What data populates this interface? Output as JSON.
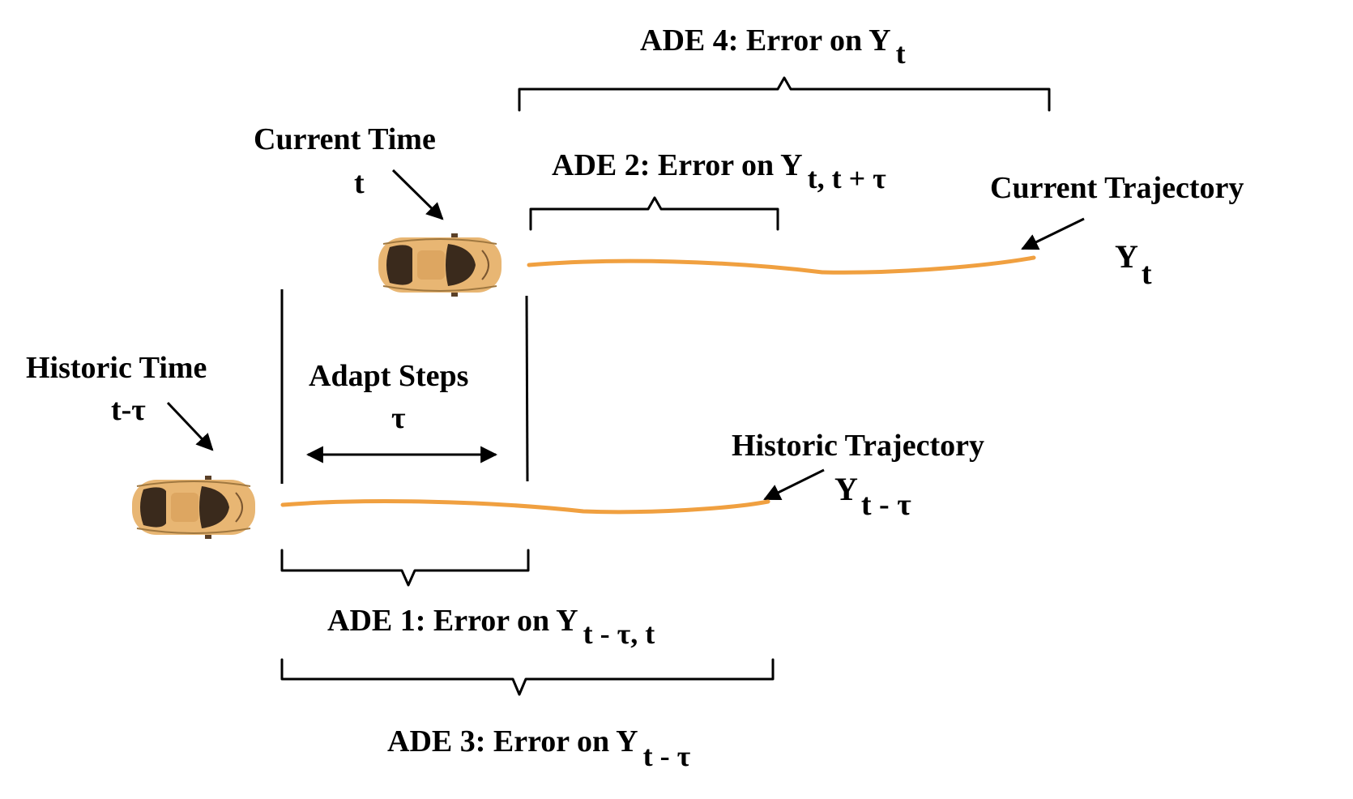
{
  "colors": {
    "trajectory": "#f0a040",
    "car_body": "#e8b673",
    "car_dark": "#3a2a1c"
  },
  "labels": {
    "ade4": {
      "main": "ADE 4: Error on Y",
      "sub": "t"
    },
    "ade2": {
      "main": "ADE 2: Error on Y",
      "sub": "t, t + τ"
    },
    "ade1": {
      "main": "ADE 1: Error on Y",
      "sub": "t - τ, t"
    },
    "ade3": {
      "main": "ADE 3: Error on Y",
      "sub": "t - τ"
    },
    "current_time": {
      "line1": "Current Time",
      "line2": "t"
    },
    "historic_time": {
      "line1": "Historic Time",
      "line2": "t-τ"
    },
    "adapt_steps": {
      "line1": "Adapt Steps",
      "line2": "τ"
    },
    "current_trajectory": {
      "title": "Current Trajectory",
      "main": "Y",
      "sub": "t"
    },
    "historic_trajectory": {
      "title": "Historic Trajectory",
      "main": "Y",
      "sub": "t - τ"
    }
  },
  "icons": {
    "current_car": "car-top-view-icon",
    "historic_car": "car-top-view-icon"
  }
}
